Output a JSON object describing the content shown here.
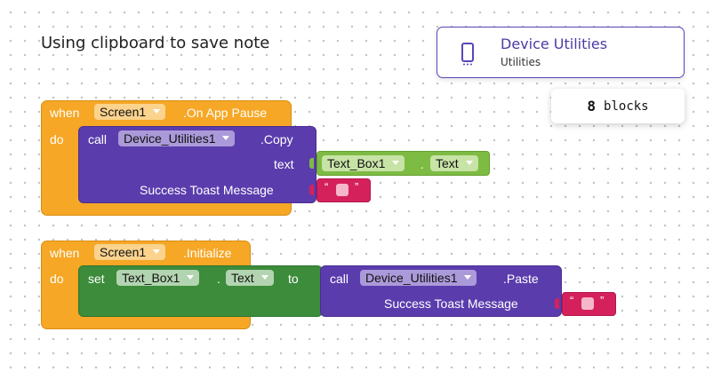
{
  "title": "Using clipboard to save note",
  "component_card": {
    "name": "Device Utilities",
    "subtitle": "Utilities",
    "icon": "phone-icon",
    "accent": "#5a45b8"
  },
  "block_count": {
    "number": "8",
    "label": "blocks"
  },
  "colors": {
    "event": "#f6a726",
    "method": "#5b3cad",
    "text_getter": "#7dbb43",
    "setter": "#3c8c3b",
    "string": "#d4215c"
  },
  "block1": {
    "when": "when",
    "component": "Screen1",
    "event": ".On App Pause",
    "do": "do",
    "call": "call",
    "call_component": "Device_Utilities1",
    "method": ".Copy",
    "arg1": "text",
    "getter_component": "Text_Box1",
    "getter_dot": ".",
    "getter_property": "Text",
    "arg2": "Success Toast Message",
    "string_open": "“",
    "string_close": "”"
  },
  "block2": {
    "when": "when",
    "component": "Screen1",
    "event": ".Initialize",
    "do": "do",
    "set": "set",
    "set_component": "Text_Box1",
    "set_dot": ".",
    "set_property": "Text",
    "to": "to",
    "call": "call",
    "call_component": "Device_Utilities1",
    "method": ".Paste",
    "arg": "Success Toast Message",
    "string_open": "“",
    "string_close": "”"
  }
}
